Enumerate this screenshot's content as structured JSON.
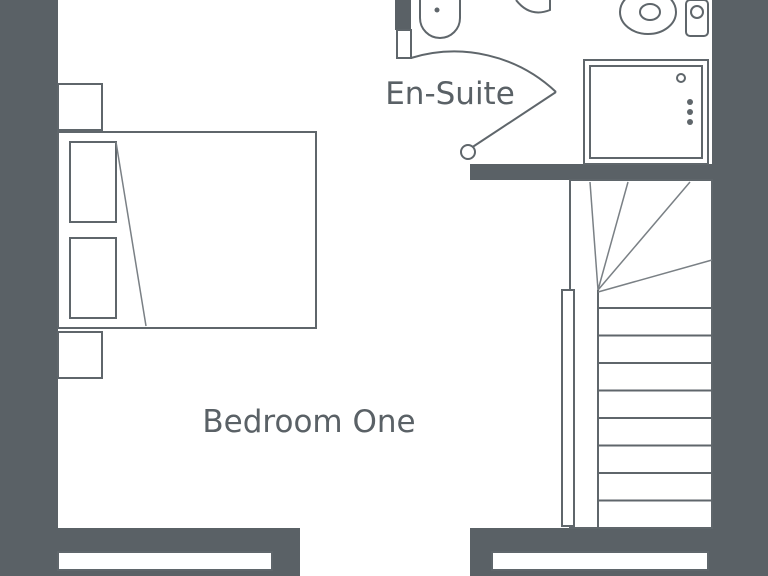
{
  "rooms": {
    "ensuite_label": "En-Suite",
    "bedroom_label": "Bedroom One"
  },
  "stairs": {
    "treads_visible": 8
  },
  "colors": {
    "wall": "#5a6166",
    "line": "#5f666b",
    "background": "#ffffff"
  }
}
